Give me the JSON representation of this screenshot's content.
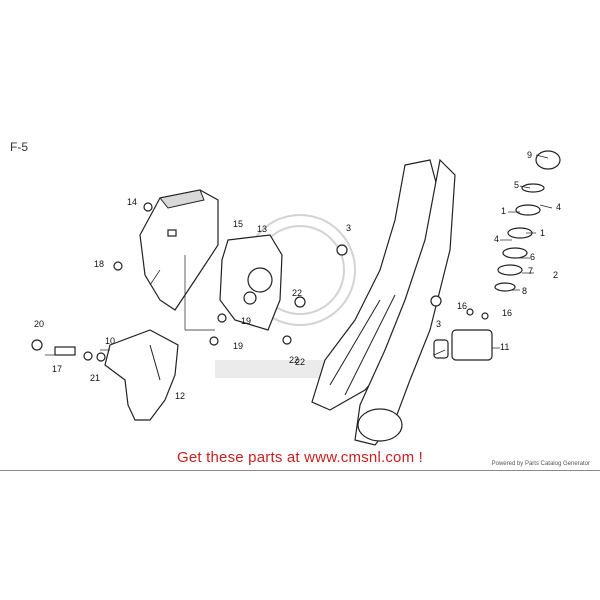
{
  "header": {
    "section": "F-5"
  },
  "footer": {
    "link_text": "Get these parts at www.cmsnl.com !",
    "credit": "Powered by Parts Catalog Generator"
  },
  "colors": {
    "accent_red": "#cc1f1f",
    "line": "#222222"
  },
  "callouts": [
    "9",
    "5",
    "4",
    "1",
    "4",
    "1",
    "6",
    "7",
    "2",
    "8",
    "16",
    "16",
    "11",
    "3",
    "22",
    "14",
    "15",
    "13",
    "18",
    "3",
    "22",
    "20",
    "10",
    "17",
    "21",
    "19",
    "19",
    "22",
    "12"
  ]
}
